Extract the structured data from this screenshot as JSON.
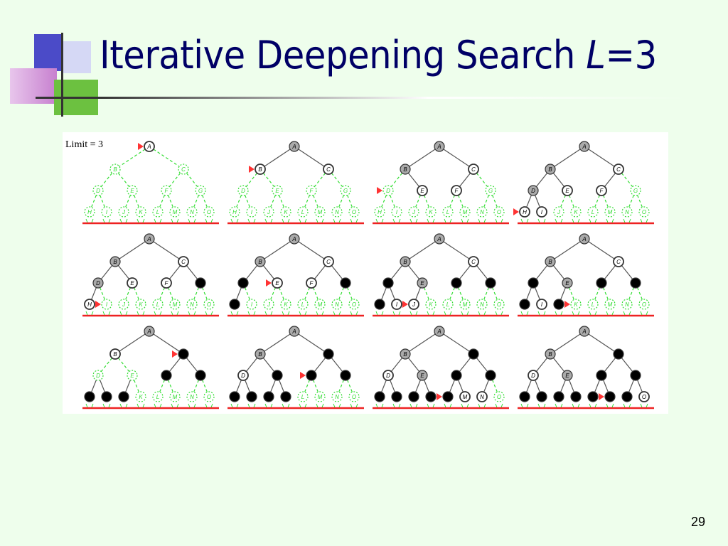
{
  "slide": {
    "title_main": "Iterative Deepening Search ",
    "title_var": "L",
    "title_rest": "=3",
    "page_number": "29"
  },
  "diagram": {
    "limit_label": "Limit = 3",
    "node_labels": [
      "A",
      "B",
      "C",
      "D",
      "E",
      "F",
      "G",
      "H",
      "I",
      "J",
      "K",
      "L",
      "M",
      "N",
      "O"
    ],
    "colors": {
      "unexplored": "#33dd33",
      "frontier": "#ffffff",
      "expanded": "#aaaaaa",
      "closed": "#000000",
      "pointer": "#ff3333",
      "baseline": "#ee2222"
    },
    "steps": [
      {
        "states": "fuuuuuuuuuuuuuu",
        "pointer": "A"
      },
      {
        "states": "effuuuuuuuuuuuu",
        "pointer": "B"
      },
      {
        "states": "eefuffuuuuuuuuu",
        "pointer": "D"
      },
      {
        "states": "eefeffuffuuuuuu",
        "pointer": "H"
      },
      {
        "states": "eefeffcfuuuuuuu",
        "pointer": "I"
      },
      {
        "states": "eefcffccuuuuuuu",
        "pointer": "E"
      },
      {
        "states": "eefcecccffuuuuu",
        "pointer": "J"
      },
      {
        "states": "eefcecccfcuuuuu",
        "pointer": "K"
      },
      {
        "states": "efcuucccccuuuuu",
        "pointer": "C"
      },
      {
        "states": "eecfcccccccuuuu",
        "pointer": "F"
      },
      {
        "states": "eecfecccccccffu",
        "pointer": "L"
      },
      {
        "states": "eecfecccccccccfu",
        "pointer": "M"
      }
    ]
  }
}
